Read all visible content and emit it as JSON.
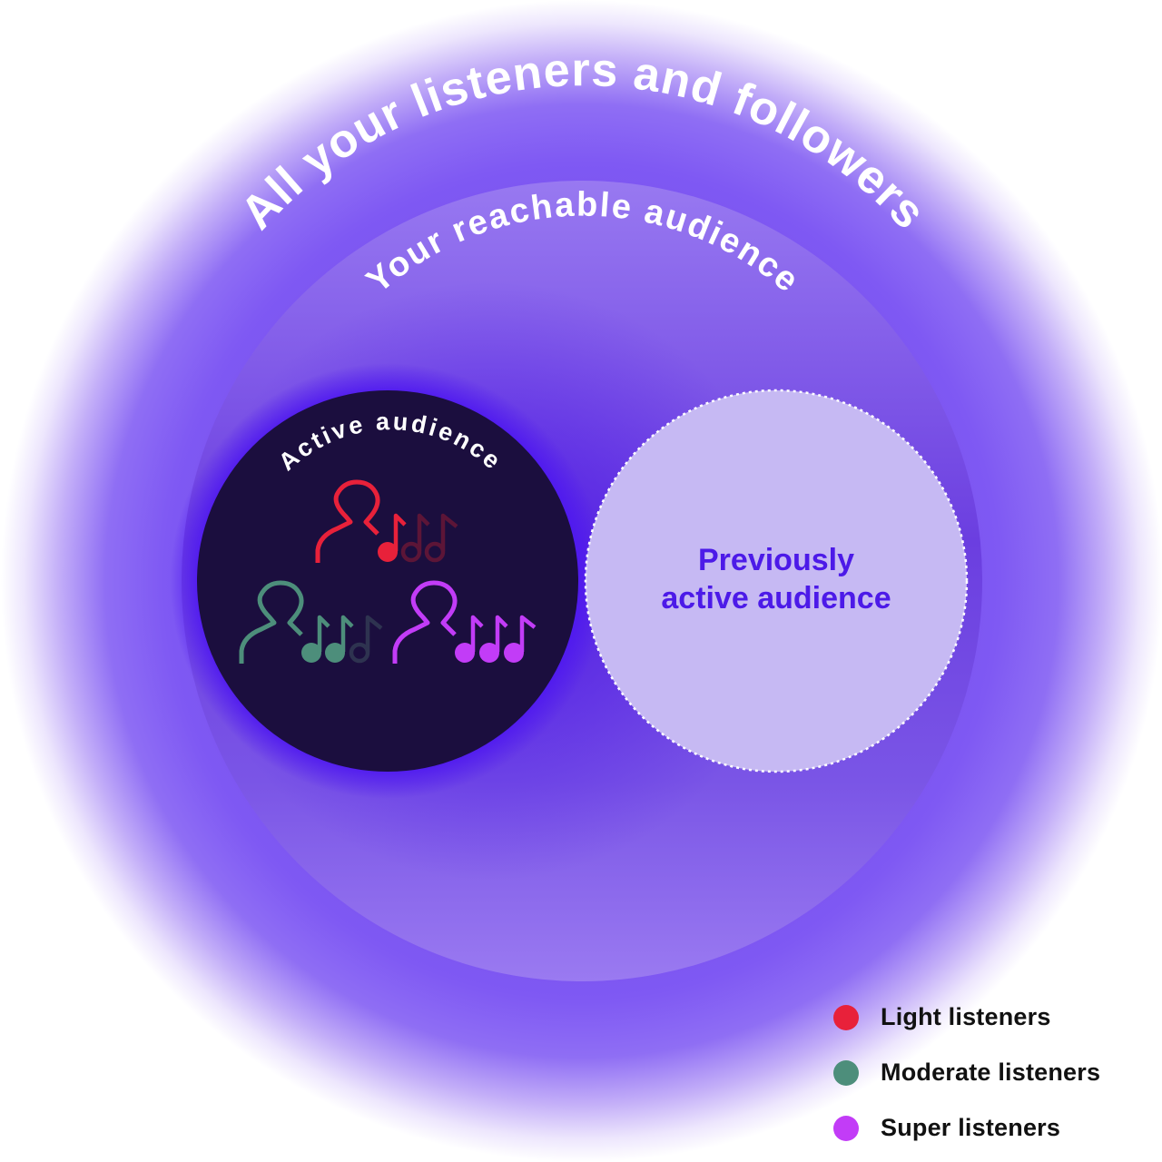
{
  "diagram": {
    "outer_label": "All your listeners and followers",
    "reachable_label": "Your reachable audience",
    "active_label": "Active audience",
    "previous_label_line1": "Previously",
    "previous_label_line2": "active audience"
  },
  "colors": {
    "outer_glow": "#7F59F3",
    "reachable_fill": "#8E6CF0",
    "active_fill": "#1B0E3E",
    "previous_fill": "#C6B9F3",
    "previous_text": "#4C1AE8",
    "light": "#E8213A",
    "moderate": "#4D8E7B",
    "super": "#C23CF7"
  },
  "listener_groups": [
    {
      "type": "light",
      "filled_notes": 1,
      "total_notes": 3
    },
    {
      "type": "moderate",
      "filled_notes": 2,
      "total_notes": 3
    },
    {
      "type": "super",
      "filled_notes": 3,
      "total_notes": 3
    }
  ],
  "legend": {
    "items": [
      {
        "label": "Light listeners",
        "color": "#E8213A"
      },
      {
        "label": "Moderate listeners",
        "color": "#4D8E7B"
      },
      {
        "label": "Super listeners",
        "color": "#C23CF7"
      }
    ]
  }
}
